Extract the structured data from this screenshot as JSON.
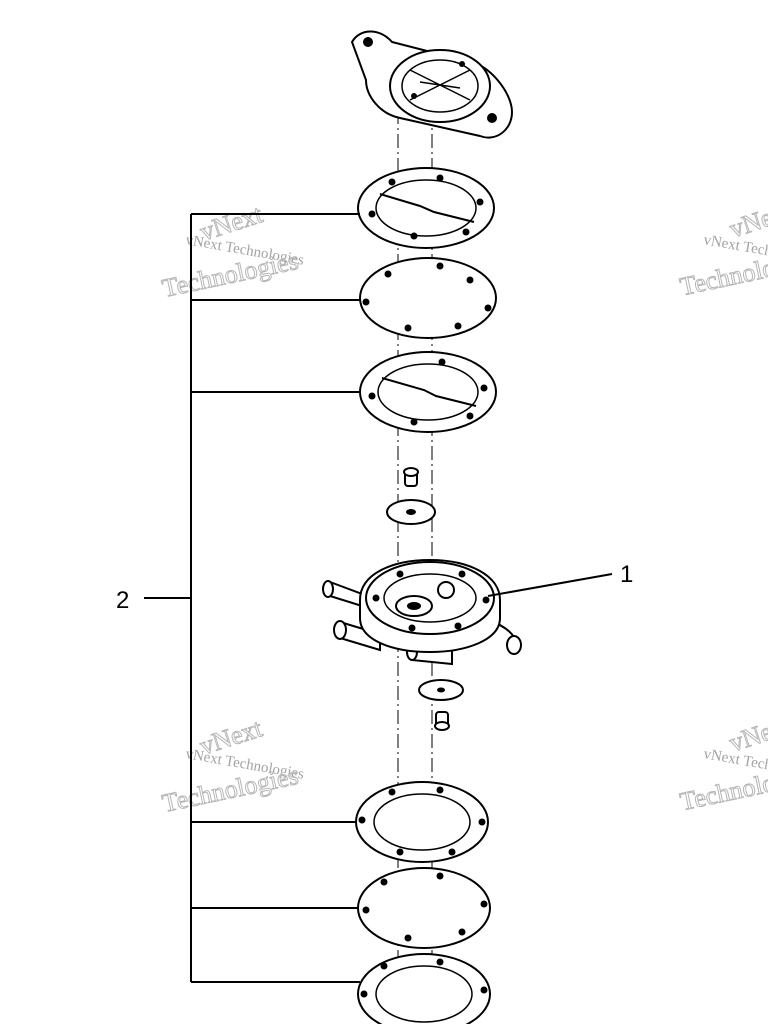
{
  "callouts": {
    "fuel_pump": "1",
    "gasket_kit": "2"
  },
  "watermark": {
    "small_text": "vNext Technologies",
    "big_line1": "vNext",
    "big_line2": "Technologies"
  }
}
